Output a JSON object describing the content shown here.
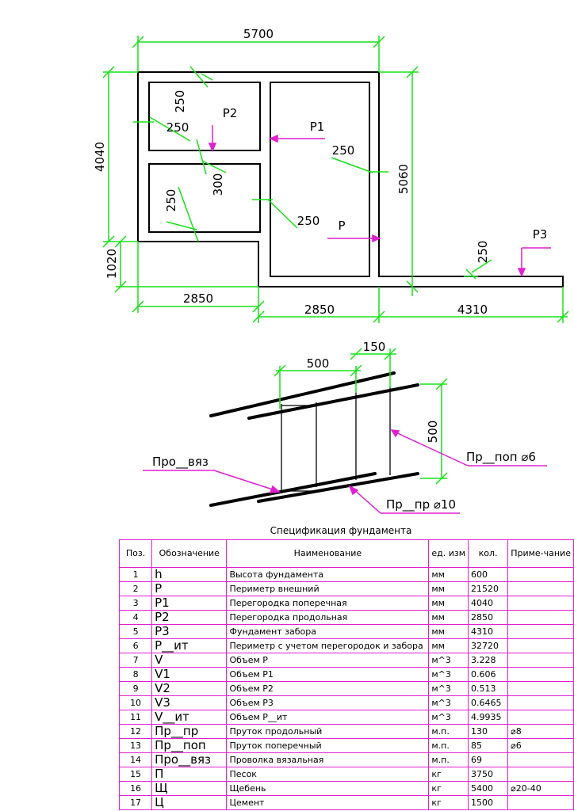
{
  "plan": {
    "dims": {
      "top": "5700",
      "left_total": "4040",
      "left_low": "1020",
      "right_height": "5060",
      "bottom_left": "2850",
      "bottom_mid": "2850",
      "bottom_right": "4310",
      "wall_a": "250",
      "wall_b": "250",
      "wall_c": "300",
      "wall_d": "250",
      "wall_e": "250",
      "wall_f": "250",
      "wall_g": "250"
    },
    "labels": {
      "p": "P",
      "p1": "P1",
      "p2": "P2",
      "p3": "P3"
    }
  },
  "detail": {
    "dims": {
      "width": "500",
      "offset": "150",
      "height": "500"
    },
    "labels": {
      "vyaz": "Про__вяз",
      "pop": "Пр__поп ⌀6",
      "pr": "Пр__пр ⌀10"
    }
  },
  "spec": {
    "title": "Спецификация фундамента",
    "headers": [
      "Поз.",
      "Обозначение",
      "Наименование",
      "ед. изм",
      "кол.",
      "Приме-чание"
    ],
    "rows": [
      [
        "1",
        "h",
        "Высота фундамента",
        "мм",
        "600",
        ""
      ],
      [
        "2",
        "P",
        "Периметр внешний",
        "мм",
        "21520",
        ""
      ],
      [
        "3",
        "P1",
        "Перегородка поперечная",
        "мм",
        "4040",
        ""
      ],
      [
        "4",
        "P2",
        "Перегородка продольная",
        "мм",
        "2850",
        ""
      ],
      [
        "5",
        "P3",
        "Фундамент забора",
        "мм",
        "4310",
        ""
      ],
      [
        "6",
        "P__ит",
        "Периметр с учетом перегородок и забора",
        "мм",
        "32720",
        ""
      ],
      [
        "7",
        "V",
        "Объем P",
        "м^3",
        "3.228",
        ""
      ],
      [
        "8",
        "V1",
        "Объем P1",
        "м^3",
        "0.606",
        ""
      ],
      [
        "9",
        "V2",
        "Объем P2",
        "м^3",
        "0.513",
        ""
      ],
      [
        "10",
        "V3",
        "Объем P3",
        "м^3",
        "0.6465",
        ""
      ],
      [
        "11",
        "V__ит",
        "Объем P__ит",
        "м^3",
        "4.9935",
        ""
      ],
      [
        "12",
        "Пр__пр",
        "Пруток продольный",
        "м.п.",
        "130",
        "⌀8"
      ],
      [
        "13",
        "Пр__поп",
        "Пруток поперечный",
        "м.п.",
        "85",
        "⌀6"
      ],
      [
        "14",
        "Про__вяз",
        "Проволка вязальная",
        "м.п.",
        "69",
        ""
      ],
      [
        "15",
        "П",
        "Песок",
        "кг",
        "3750",
        ""
      ],
      [
        "16",
        "Щ",
        "Щебень",
        "кг",
        "5400",
        "⌀20-40"
      ],
      [
        "17",
        "Ц",
        "Цемент",
        "кг",
        "1500",
        ""
      ]
    ]
  },
  "colors": {
    "dimension": "#18e018",
    "leader": "#e01fd0",
    "outline": "#000000"
  }
}
